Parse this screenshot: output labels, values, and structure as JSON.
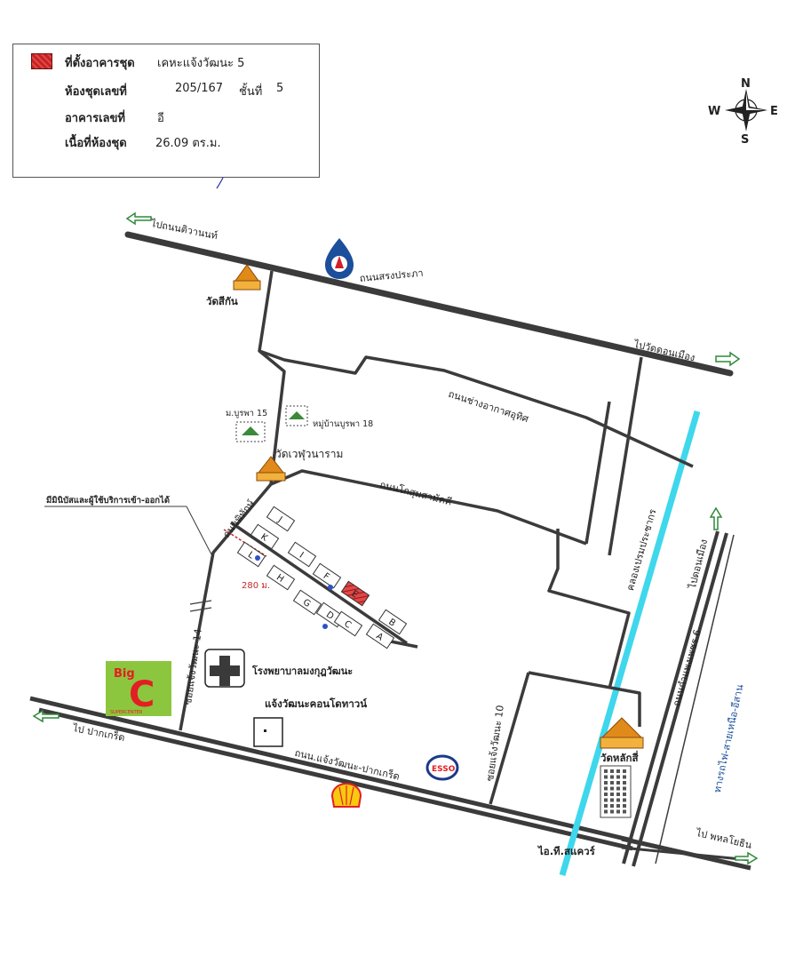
{
  "legend": {
    "site_label": "ที่ตั้งอาคารชุด",
    "site_value": "เคหะแจ้งวัฒนะ 5",
    "unit_label": "ห้องชุดเลขที่",
    "unit_value": "205/167",
    "floor_label": "ชั้นที่",
    "floor_value": "5",
    "building_label": "อาคารเลขที่",
    "building_value": "อี",
    "area_label": "เนื้อที่ห้องชุด",
    "area_value": "26.09 ตร.ม.",
    "site_color": "#d0302e"
  },
  "compass": {
    "n": "N",
    "s": "S",
    "e": "E",
    "w": "W"
  },
  "roads": {
    "to_tiwanon": "ไปถนนติวานนท์",
    "songprapa": "ถนนสรงประภา",
    "to_don_mueang_temple": "ไปวัดดอนเมือง",
    "chang_akat_uthit": "ถนนช่างอากาศอุทิศ",
    "kosum_ruamjai": "ถนนโกสุมสามัคคี",
    "chaeng_watthana_14": "ซอยแจ้งวัฒนะ 14",
    "chaeng_watthana_10": "ซอยแจ้งวัฒนะ 10",
    "chaeng_watthana_pakkret": "ถนน.แจ้งวัฒนะ-ปากเกร็ด",
    "to_pakkret": "ไป ปากเกร็ด",
    "phahonyothin_6": "ถนนกำแพงเพชร 6",
    "prem_prachakon_canal": "คลองเปรมประชากร",
    "to_don_mueang": "ไปดอนเมือง",
    "railway": "ทางรถไฟ-สายเหนือ-อีสาน",
    "to_phahonyothin": "ไป พหลโยธิน",
    "phithak_road": "ถนนพิทักษ์",
    "distance": "280 ม."
  },
  "places": {
    "wat_si_kan": "วัดสีกัน",
    "moo_ban_burapha_15": "ม.บูรพา 15",
    "moo_ban_burapha_18": "หมู่บ้านบูรพา 18",
    "wat_wetuwanaram": "วัดเวฬุวนาราม",
    "hospital": "โรงพยาบาลมงกุฎวัฒนะ",
    "chaeng_watthana_condo": "แจ้งวัฒนะคอนโดทาวน์",
    "wat_lak_si": "วัดหลักสี่",
    "it_square": "ไอ.ที.สแควร์",
    "mini_note": "มีมินิบัสและผู้ใช้บริการเข้า-ออกได้",
    "bigc_top": "Big",
    "bigc_letter": "C",
    "bigc_sub": "SUPERCENTER",
    "esso": "ESSO"
  },
  "buildings": [
    "J",
    "K",
    "L",
    "I",
    "H",
    "F",
    "G",
    "E",
    "D",
    "C",
    "B",
    "A"
  ],
  "colors": {
    "road": "#3b3b3b",
    "canal": "#3fd7ec",
    "arrow": "#2f8a3a",
    "bigc_bg": "#8cc63e",
    "bigc_red": "#e31e24",
    "temple": "#e08a1a",
    "target": "#d0302e"
  }
}
